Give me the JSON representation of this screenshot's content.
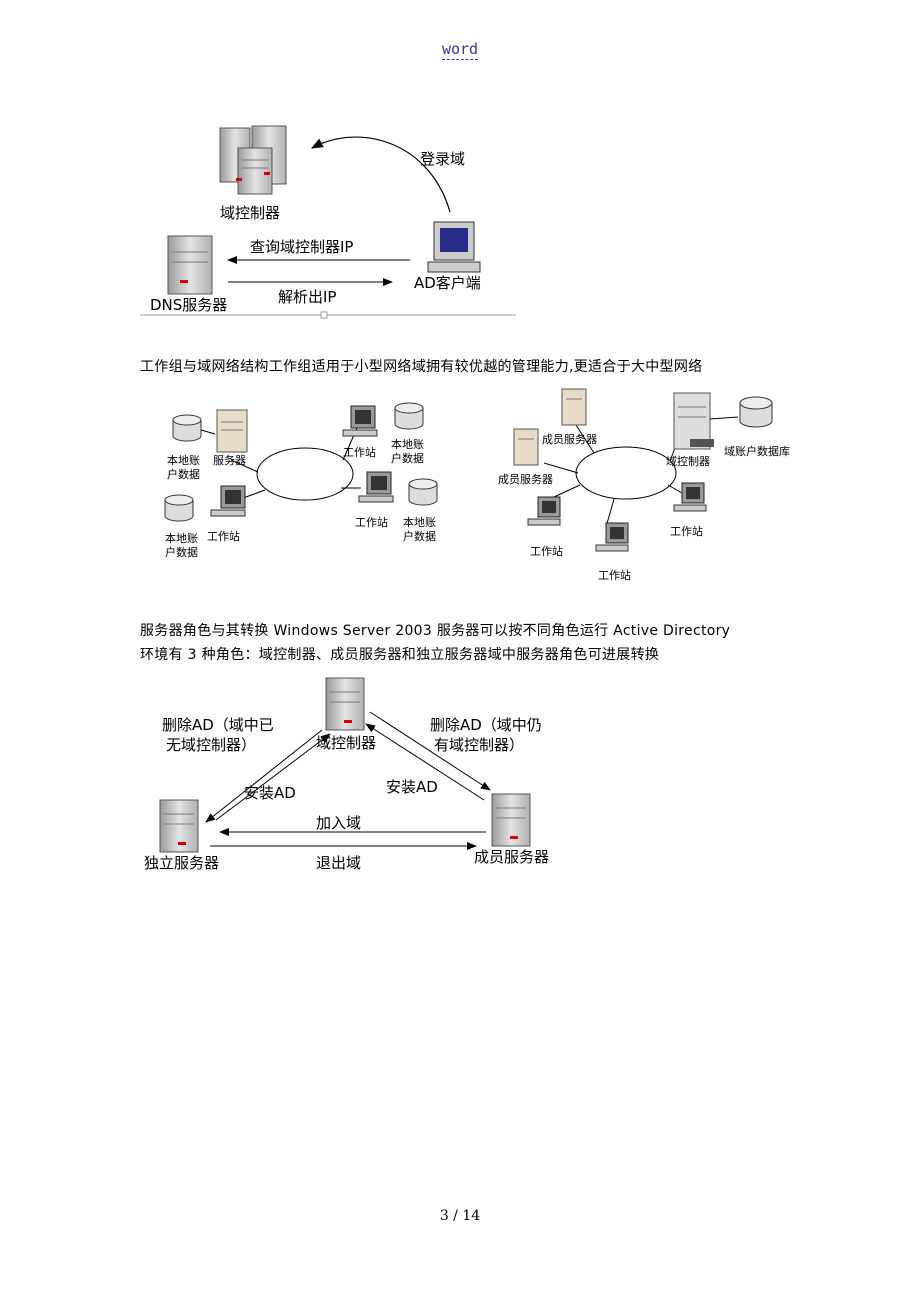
{
  "header": {
    "text": "word"
  },
  "fig1": {
    "domain_controller": "域控制器",
    "login": "登录域",
    "query": "查询域控制器IP",
    "resolve": "解析出IP",
    "dns": "DNS服务器",
    "client": "AD客户端"
  },
  "para1": "工作组与域网络结构工作组适用于小型网络域拥有较优越的管理能力,更适合于大中型网络",
  "fig2": {
    "local1_l1": "本地账",
    "local1_l2": "户数据",
    "server": "服务器",
    "local2_l1": "本地账",
    "local2_l2": "户数据",
    "ws_bottom_left": "工作站",
    "ws_top": "工作站",
    "local3_l1": "本地账",
    "local3_l2": "户数据",
    "ws_right": "工作站",
    "local4_l1": "本地账",
    "local4_l2": "户数据"
  },
  "fig3": {
    "member_server_top": "成员服务器",
    "member_server_left": "成员服务器",
    "domain_controller": "域控制器",
    "domain_db": "域账户数据库",
    "ws_left": "工作站",
    "ws_bottom": "工作站",
    "ws_right": "工作站"
  },
  "para2_line1": "服务器角色与其转换 Windows Server 2003 服务器可以按不同角色运行 Active Directory",
  "para2_line2": "环境有 3 种角色：域控制器、成员服务器和独立服务器域中服务器角色可进展转换",
  "fig4": {
    "remove_ad_left_l1": "删除AD（域中已",
    "remove_ad_left_l2": "无域控制器）",
    "domain_controller": "域控制器",
    "remove_ad_right_l1": "删除AD（域中仍",
    "remove_ad_right_l2": "有域控制器）",
    "install_ad_left": "安装AD",
    "install_ad_right": "安装AD",
    "join_domain": "加入域",
    "leave_domain": "退出域",
    "standalone_server": "独立服务器",
    "member_server": "成员服务器"
  },
  "footer": {
    "page": "3 / 14"
  }
}
